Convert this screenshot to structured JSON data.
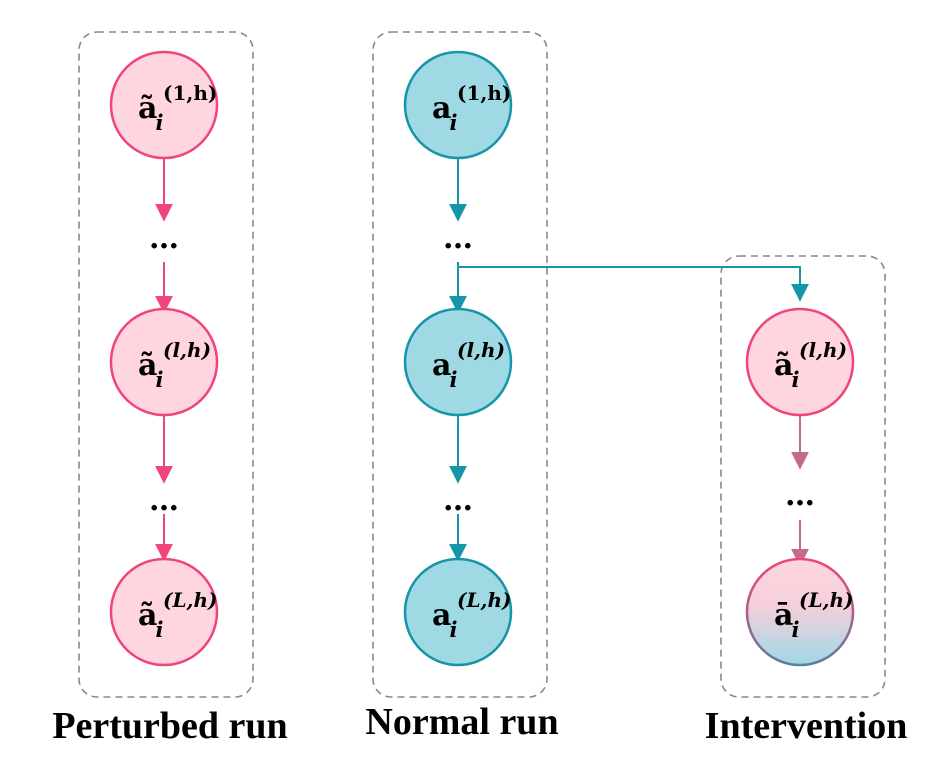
{
  "panels": {
    "perturbed": {
      "label": "Perturbed run",
      "nodes": [
        {
          "base": "ã",
          "sub": "i",
          "sup": "(1,h)"
        },
        {
          "base": "ã",
          "sub": "i",
          "sup": "(l,h)"
        },
        {
          "base": "ã",
          "sub": "i",
          "sup": "(L,h)"
        }
      ],
      "ellipses": [
        "…",
        "…"
      ]
    },
    "normal": {
      "label": "Normal run",
      "nodes": [
        {
          "base": "a",
          "sub": "i",
          "sup": "(1,h)"
        },
        {
          "base": "a",
          "sub": "i",
          "sup": "(l,h)"
        },
        {
          "base": "a",
          "sub": "i",
          "sup": "(L,h)"
        }
      ],
      "ellipses": [
        "…",
        "…"
      ]
    },
    "intervention": {
      "label": "Intervention",
      "nodes": [
        {
          "base": "ã",
          "sub": "i",
          "sup": "(l,h)"
        },
        {
          "base": "ā",
          "sub": "i",
          "sup": "(L,h)"
        }
      ],
      "ellipses": [
        "…"
      ]
    }
  },
  "colors": {
    "pink_fill": "#FFD6DF",
    "pink_stroke": "#F0457A",
    "teal_fill": "#9ED9E4",
    "teal_stroke": "#1695A8",
    "mixed_arrow": "#C46A8C",
    "box_stroke": "#888888"
  }
}
